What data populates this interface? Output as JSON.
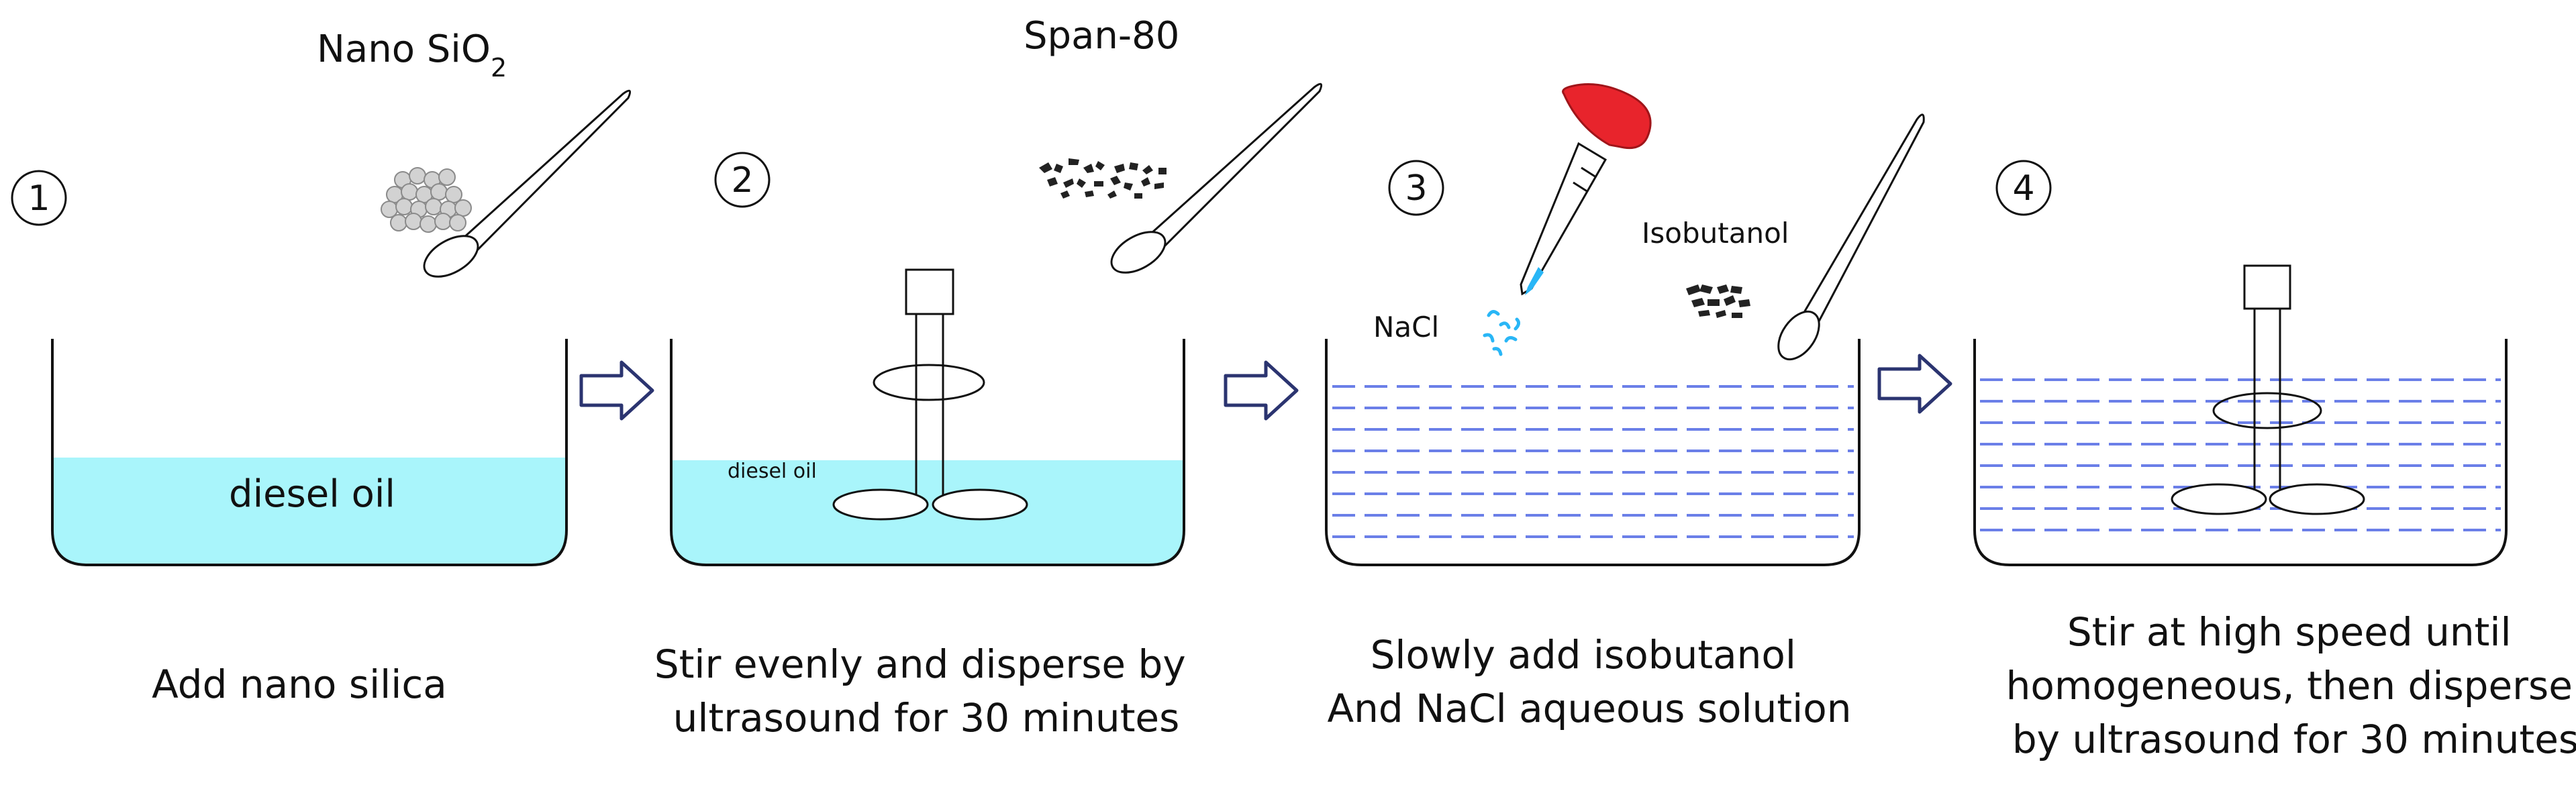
{
  "steps": [
    {
      "number": "1",
      "caption_lines": [
        "Add nano silica"
      ],
      "reagent": "Nano SiO",
      "reagent_sub": "2",
      "liquid_label": "diesel oil"
    },
    {
      "number": "2",
      "caption_lines": [
        "Stir evenly and disperse by",
        "ultrasound for 30 minutes"
      ],
      "reagent": "Span-80",
      "liquid_label": "diesel oil"
    },
    {
      "number": "3",
      "caption_lines": [
        "Slowly add isobutanol",
        "And NaCl aqueous solution"
      ],
      "reagent_left": "NaCl",
      "reagent_right": "Isobutanol"
    },
    {
      "number": "4",
      "caption_lines": [
        "Stir at high speed until",
        "homogeneous, then disperse",
        "by ultrasound for 30 minutes"
      ]
    }
  ],
  "colors": {
    "diesel": "#a9f5fb",
    "emulsion_lines": "#6b7fe8",
    "arrow": "#2b3470",
    "dropper_bulb": "#e8242c",
    "droplets": "#29b6f6",
    "outline": "#111111"
  }
}
